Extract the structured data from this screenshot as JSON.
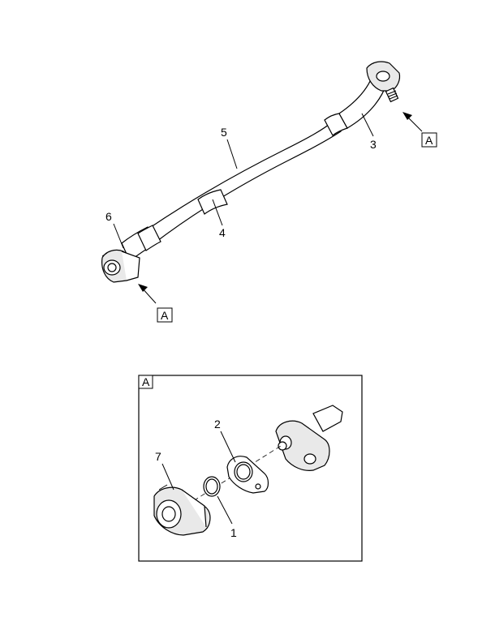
{
  "callouts": {
    "c1": "1",
    "c2": "2",
    "c3": "3",
    "c4": "4",
    "c5": "5",
    "c6": "6",
    "c7": "7"
  },
  "view_labels": {
    "view_a_right": "A",
    "view_a_left": "A",
    "detail_box": "A"
  }
}
